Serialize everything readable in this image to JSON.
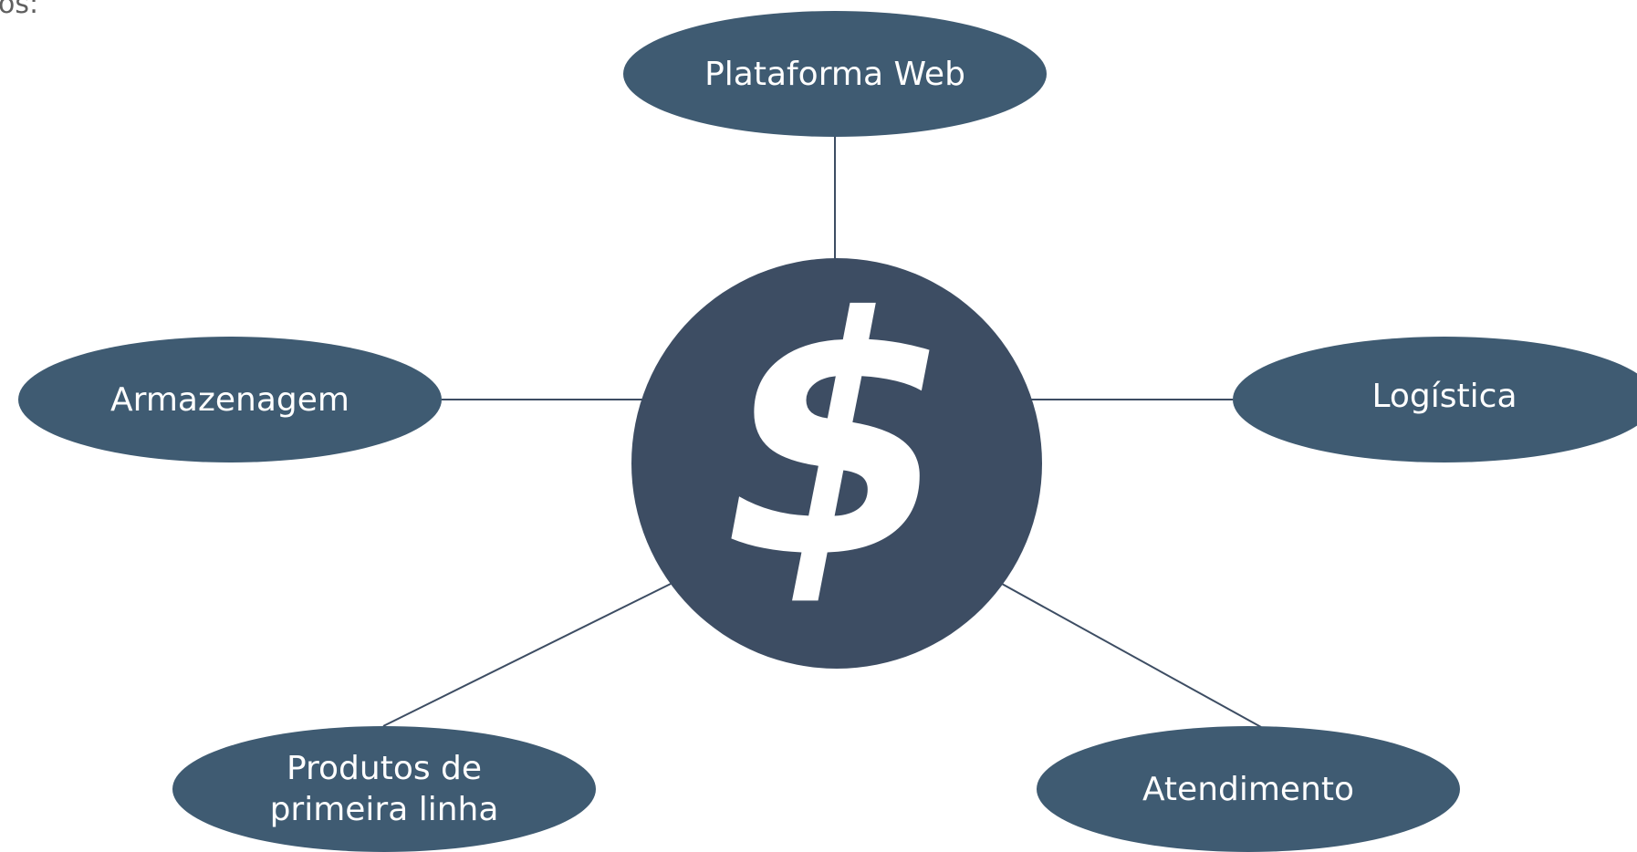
{
  "fragment_text": "os:",
  "diagram": {
    "center_symbol": "$",
    "nodes": [
      {
        "label": "Plataforma Web"
      },
      {
        "label": "Armazenagem"
      },
      {
        "label": "Logística"
      },
      {
        "label": "Produtos de\nprimeira linha"
      },
      {
        "label": "Atendimento"
      }
    ]
  },
  "colors": {
    "node_fill": "#3f5b72",
    "center_fill": "#3d4d63",
    "connector": "#3d4d63",
    "symbol": "#ffffff",
    "label_text": "#ffffff"
  }
}
